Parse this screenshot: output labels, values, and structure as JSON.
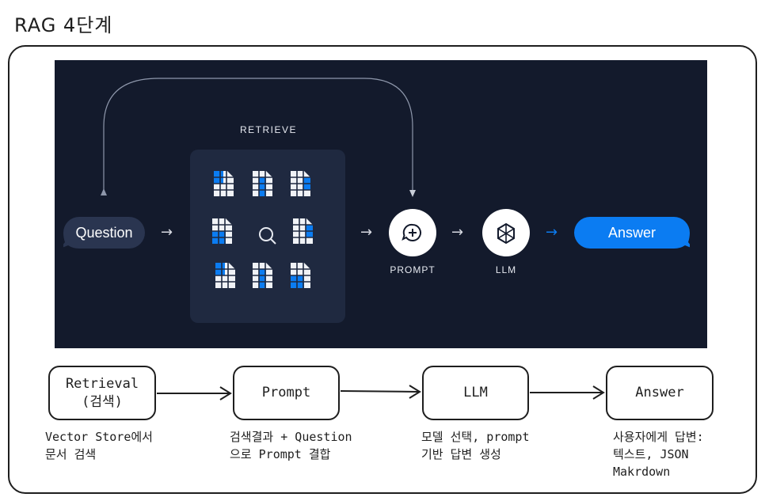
{
  "title": "RAG 4단계",
  "diagram": {
    "retrieve_label": "RETRIEVE",
    "question": "Question",
    "answer": "Answer",
    "prompt_label": "PROMPT",
    "llm_label": "LLM",
    "accent_color": "#0b7cf2",
    "background_color": "#131a2c"
  },
  "steps": [
    {
      "label_line1": "Retrieval",
      "label_line2": "(검색)",
      "desc_line1": "Vector Store에서",
      "desc_line2": "문서 검색",
      "desc_line3": ""
    },
    {
      "label_line1": "Prompt",
      "label_line2": "",
      "desc_line1": "검색결과 + Question",
      "desc_line2": "으로 Prompt 결합",
      "desc_line3": ""
    },
    {
      "label_line1": "LLM",
      "label_line2": "",
      "desc_line1": "모델 선택, prompt",
      "desc_line2": "기반 답변 생성",
      "desc_line3": ""
    },
    {
      "label_line1": "Answer",
      "label_line2": "",
      "desc_line1": "사용자에게 답변:",
      "desc_line2": "텍스트, JSON",
      "desc_line3": "Makrdown"
    }
  ]
}
